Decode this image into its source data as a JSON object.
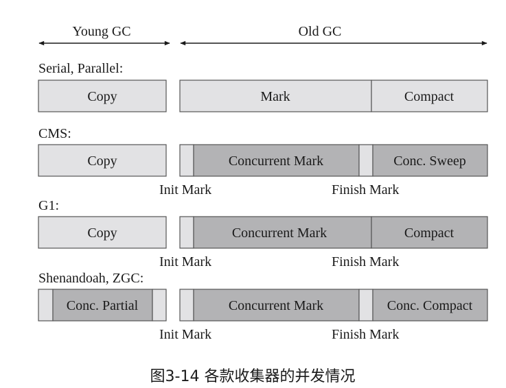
{
  "colors": {
    "light": "#e2e2e4",
    "dark": "#b3b3b5",
    "stroke": "#555555",
    "text": "#1a1a1a"
  },
  "header": {
    "young": "Young GC",
    "old": "Old GC"
  },
  "rows": [
    {
      "label": "Serial, Parallel:",
      "young": [
        {
          "text": "Copy",
          "shade": "light"
        }
      ],
      "old": [
        {
          "text": "Mark",
          "shade": "light"
        },
        {
          "text": "Compact",
          "shade": "light"
        }
      ],
      "notes": []
    },
    {
      "label": "CMS:",
      "young": [
        {
          "text": "Copy",
          "shade": "light"
        }
      ],
      "old": [
        {
          "text": "",
          "shade": "light"
        },
        {
          "text": "Concurrent Mark",
          "shade": "dark"
        },
        {
          "text": "",
          "shade": "light"
        },
        {
          "text": "Conc. Sweep",
          "shade": "dark"
        }
      ],
      "notes": [
        "Init Mark",
        "Finish Mark"
      ]
    },
    {
      "label": "G1:",
      "young": [
        {
          "text": "Copy",
          "shade": "light"
        }
      ],
      "old": [
        {
          "text": "",
          "shade": "light"
        },
        {
          "text": "Concurrent Mark",
          "shade": "dark"
        },
        {
          "text": "Compact",
          "shade": "dark"
        }
      ],
      "notes": [
        "Init Mark",
        "Finish Mark"
      ]
    },
    {
      "label": "Shenandoah, ZGC:",
      "young": [
        {
          "text": "",
          "shade": "light"
        },
        {
          "text": "Conc. Partial",
          "shade": "dark"
        },
        {
          "text": "",
          "shade": "light"
        }
      ],
      "old": [
        {
          "text": "",
          "shade": "light"
        },
        {
          "text": "Concurrent Mark",
          "shade": "dark"
        },
        {
          "text": "",
          "shade": "light"
        },
        {
          "text": "Conc. Compact",
          "shade": "dark"
        }
      ],
      "notes": [
        "Init Mark",
        "Finish Mark"
      ]
    }
  ],
  "caption": "图3-14 各款收集器的并发情况"
}
